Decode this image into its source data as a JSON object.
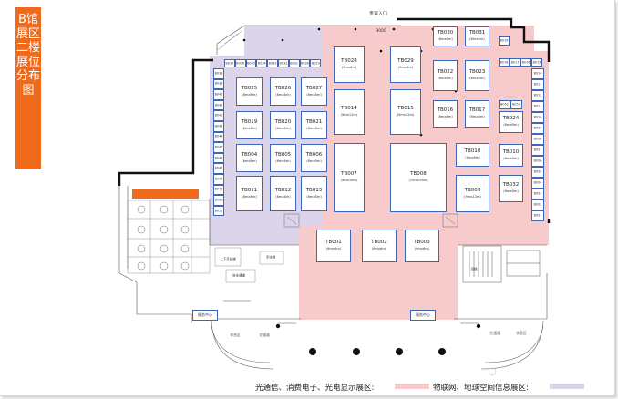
{
  "title": "B馆展区二楼展位分布图",
  "labels": {
    "entrance": "贵宾入口",
    "room_b000": "B000",
    "service_1": "服务中心",
    "service_2": "服务中心",
    "stair_label": "安全通道",
    "elevator": "货梯",
    "rest_left": "休息区",
    "rest_right": "休息区",
    "traffic_left": "交通通",
    "traffic_right": "交通通",
    "escalator_left": "上下手扶梯",
    "escalator_right": "手扶梯"
  },
  "zones": {
    "purple_color": "#dcd4ea",
    "pink_color": "#f7cacb"
  },
  "booths": [
    {
      "id": "TB028",
      "size": "(9mx6m)"
    },
    {
      "id": "TB029",
      "size": "(9mx6m)"
    },
    {
      "id": "TB030",
      "size": "(6mx6m)"
    },
    {
      "id": "TB031",
      "size": "(6mx6m)"
    },
    {
      "id": "TB022",
      "size": "(6mx6m)"
    },
    {
      "id": "TB023",
      "size": "(6mx6m)"
    },
    {
      "id": "TB025",
      "size": "(6mx6m)"
    },
    {
      "id": "TB026",
      "size": "(6mx6m)"
    },
    {
      "id": "TB027",
      "size": "(6mx6m)"
    },
    {
      "id": "TB014",
      "size": "(9mx12m)"
    },
    {
      "id": "TB015",
      "size": "(9mx12m)"
    },
    {
      "id": "TB016",
      "size": "(6mx6m)"
    },
    {
      "id": "TB017",
      "size": "(6mx6m)"
    },
    {
      "id": "TB024",
      "size": "(6mx6m)"
    },
    {
      "id": "TB019",
      "size": "(6mx6m)"
    },
    {
      "id": "TB020",
      "size": "(6mx6m)"
    },
    {
      "id": "TB021",
      "size": "(6mx6m)"
    },
    {
      "id": "TB004",
      "size": "(6mx6m)"
    },
    {
      "id": "TB005",
      "size": "(6mx6m)"
    },
    {
      "id": "TB006",
      "size": "(6mx6m)"
    },
    {
      "id": "TB007",
      "size": "(9mx18m)"
    },
    {
      "id": "TB008",
      "size": "(15mx18m)"
    },
    {
      "id": "TB018",
      "size": "(9mx6m)"
    },
    {
      "id": "TB010",
      "size": "(6mx6m)"
    },
    {
      "id": "TB011",
      "size": "(6mx6m)"
    },
    {
      "id": "TB012",
      "size": "(6mx6m)"
    },
    {
      "id": "TB013",
      "size": "(6mx6m)"
    },
    {
      "id": "TB009",
      "size": "(9mx12m)"
    },
    {
      "id": "TB032",
      "size": "(6mx6m)"
    },
    {
      "id": "TB001",
      "size": "(9mx6m)"
    },
    {
      "id": "TB002",
      "size": "(9mx6m)"
    },
    {
      "id": "TB003",
      "size": "(9mx6m)"
    }
  ],
  "small_booths_top": [
    "B037",
    "B036",
    "B035",
    "B034",
    "B033",
    "B032",
    "B031",
    "B030",
    "B029"
  ],
  "small_booths_left": [
    "B038",
    "B039",
    "B040",
    "B041",
    "B042",
    "B043",
    "B044",
    "B045",
    "B046",
    "B047",
    "B048",
    "B049",
    "B050",
    "B051"
  ],
  "small_booths_right_top": [
    "B019",
    "B018",
    "B017",
    "B016",
    "B015"
  ],
  "small_booths_right": [
    "B014",
    "B013",
    "B012",
    "B011",
    "B010",
    "B009",
    "B008",
    "B007",
    "B006",
    "B005",
    "B004",
    "B003",
    "B002",
    "B001"
  ],
  "small_booths_inner": [
    "B052",
    "B053"
  ],
  "legend": {
    "label_1": "光通信、消费电子、光电显示展区:",
    "label_2": "物联网、地球空间信息展区:"
  }
}
